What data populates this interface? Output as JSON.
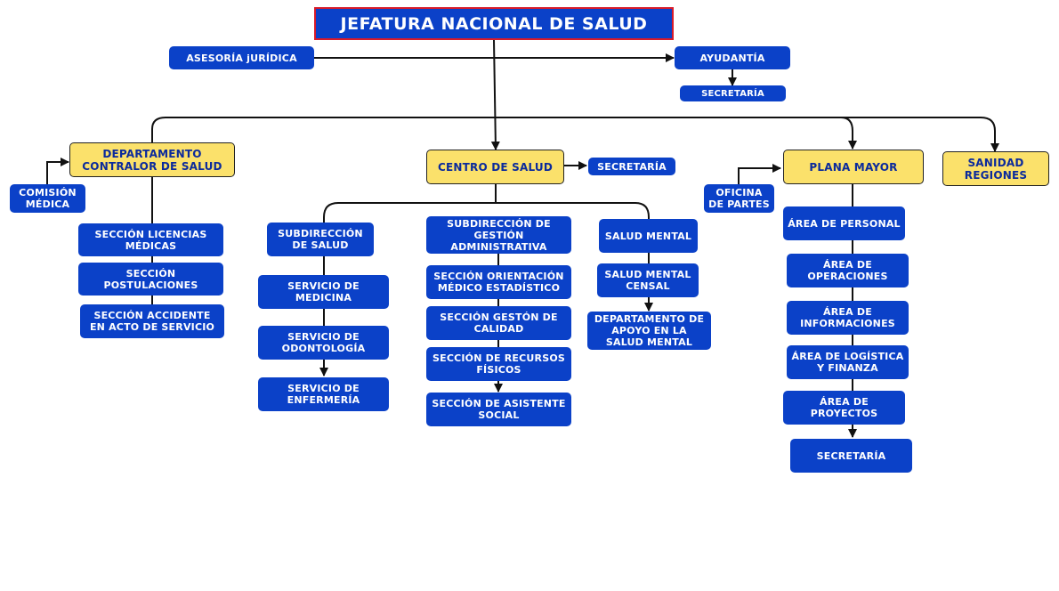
{
  "colors": {
    "blue_box": "#0b41c8",
    "yellow_box": "#fbe16b",
    "title_border": "#d81b2a",
    "connector": "#111111"
  },
  "nodes": {
    "jefatura": "JEFATURA NACIONAL DE SALUD",
    "asesoria": "ASESORÍA jURÍDICA",
    "ayudantia": "AYUDANTÍA",
    "secretaria_ayudantia": "SECRETARÍA",
    "depto_contralor": "DEPARTAMENTO\nCONTRALOR DE SALUD",
    "comision_medica": "COMISIÓN\nMÉDICA",
    "sec_licencias": "SECCIÓN LICENCIAS\nMÉDICAS",
    "sec_postulaciones": "SECCIÓN\nPOSTULACIONES",
    "sec_accidente": "SECCIÓN ACCIDENTE\nEN ACTO DE SERVICIO",
    "centro_salud": "CENTRO DE SALUD",
    "secretaria_centro": "SECRETARÍA",
    "subdir_salud": "SUBDIRECCIÓN\nDE SALUD",
    "serv_medicina": "SERVICIO DE\nMEDICINA",
    "serv_odontologia": "SERVICIO DE\nODONTOLOGÍA",
    "serv_enfermeria": "SERVICIO DE\nENFERMERÍA",
    "subdir_gestion": "SUBDIRECCIÓN DE\nGESTIÓN\nADMINISTRATIVA",
    "sec_orientacion": "SECCIÓN ORIENTACIÓN\nMÉDICO ESTADÍSTICO",
    "sec_gestion_calidad": "SECCIÓN GESTÓN DE\nCALIDAD",
    "sec_recursos": "SECCIÓN DE RECURSOS\nFÍSICOS",
    "sec_asistente": "SECCIÓN DE ASISTENTE\nSOCIAL",
    "salud_mental": "SALUD MENTAL",
    "salud_mental_censal": "SALUD MENTAL\nCENSAL",
    "depto_apoyo": "DEPARTAMENTO DE\nAPOYO EN LA\nSALUD MENTAL",
    "plana_mayor": "PLANA MAYOR",
    "oficina_partes": "OFICINA\nDE PARTES",
    "area_personal": "ÁREA DE PERSONAL",
    "area_operaciones": "ÁREA DE\nOPERACIONES",
    "area_informaciones": "ÁREA DE\nINFORMACIONES",
    "area_logistica": "ÁREA DE LOGÍSTICA\nY FINANZA",
    "area_proyectos": "ÁREA DE\nPROYECTOS",
    "secretaria_plana": "SECRETARÍA",
    "sanidad_regiones": "SANIDAD\nREGIONES"
  }
}
